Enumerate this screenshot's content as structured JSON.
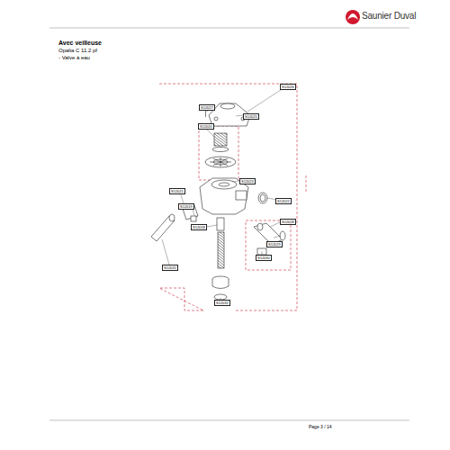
{
  "diagram": {
    "title": "Avec veilleuse",
    "labels": [
      "Opalia C 11.2 pf",
      "- Valve à eau",
      "Saunier Duval",
      "S12027",
      "S12026",
      "S12025",
      "S12020",
      "S12023",
      "S12022",
      "S12021",
      "S12019",
      "S12018",
      "S12028",
      "S12029",
      "S12030",
      "S12031",
      "S12032",
      "Page 3 / 14"
    ]
  }
}
